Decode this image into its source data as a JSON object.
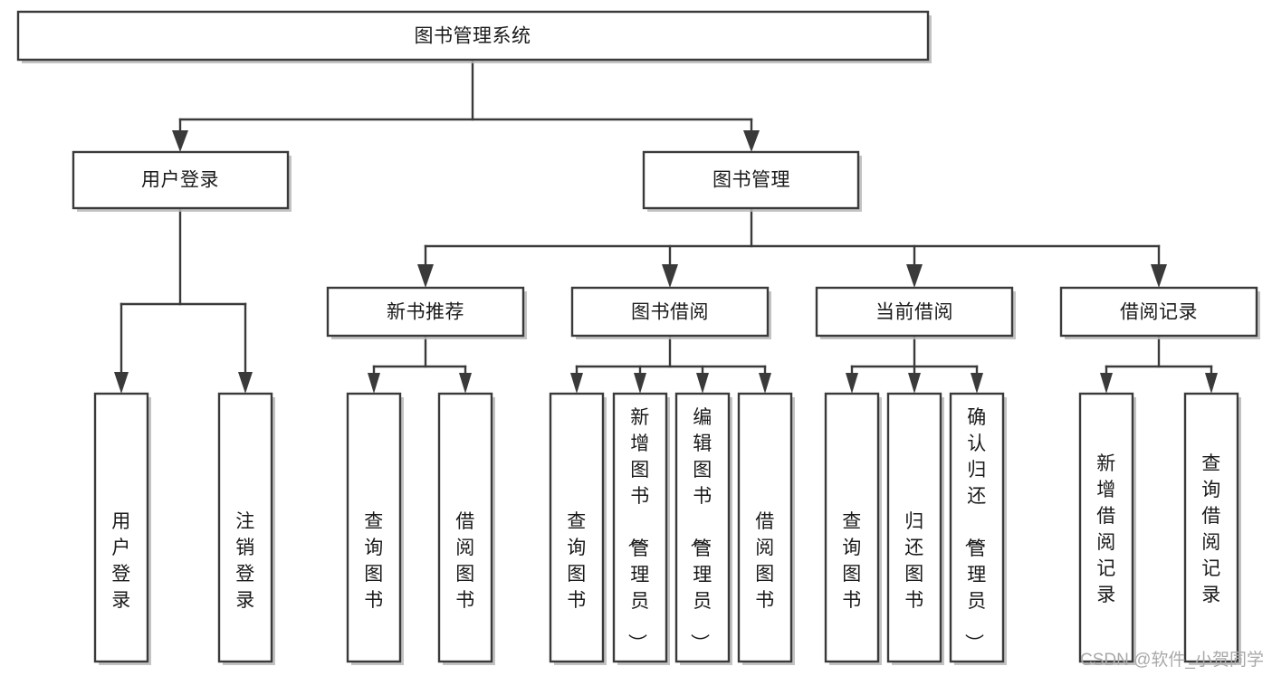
{
  "diagram": {
    "title": "图书管理系统",
    "type": "tree",
    "orientation": "top-down",
    "colors": {
      "box_stroke": "#3a3a3a",
      "box_fill": "#ffffff",
      "connector": "#3a3a3a",
      "text": "#1a1a1a",
      "shadow": "#b8b8b8",
      "watermark": "#a9a9a9",
      "background": "#ffffff"
    },
    "root": {
      "id": "root",
      "label": "图书管理系统",
      "orient": "horizontal"
    },
    "level2": [
      {
        "id": "user-login",
        "label": "用户登录",
        "orient": "horizontal"
      },
      {
        "id": "book-management",
        "label": "图书管理",
        "orient": "horizontal"
      }
    ],
    "level3": [
      {
        "id": "new-book-recommend",
        "label": "新书推荐",
        "orient": "horizontal",
        "parent": "book-management"
      },
      {
        "id": "book-borrow",
        "label": "图书借阅",
        "orient": "horizontal",
        "parent": "book-management"
      },
      {
        "id": "current-borrow",
        "label": "当前借阅",
        "orient": "horizontal",
        "parent": "book-management"
      },
      {
        "id": "borrow-record",
        "label": "借阅记录",
        "orient": "horizontal",
        "parent": "book-management"
      }
    ],
    "leaves": {
      "user-login": [
        {
          "id": "leaf-user-login",
          "label": "用户登录",
          "orient": "vertical"
        },
        {
          "id": "leaf-user-logout",
          "label": "注销登录",
          "orient": "vertical"
        }
      ],
      "new-book-recommend": [
        {
          "id": "leaf-query-book-1",
          "label": "查询图书",
          "orient": "vertical"
        },
        {
          "id": "leaf-borrow-book-1",
          "label": "借阅图书",
          "orient": "vertical"
        }
      ],
      "book-borrow": [
        {
          "id": "leaf-query-book-2",
          "label": "查询图书",
          "orient": "vertical"
        },
        {
          "id": "leaf-add-book",
          "label": "新增图书（管理员）",
          "orient": "vertical"
        },
        {
          "id": "leaf-edit-book",
          "label": "编辑图书（管理员）",
          "orient": "vertical"
        },
        {
          "id": "leaf-borrow-book-2",
          "label": "借阅图书",
          "orient": "vertical"
        }
      ],
      "current-borrow": [
        {
          "id": "leaf-query-book-3",
          "label": "查询图书",
          "orient": "vertical"
        },
        {
          "id": "leaf-return-book",
          "label": "归还图书",
          "orient": "vertical"
        },
        {
          "id": "leaf-confirm-return",
          "label": "确认归还（管理员）",
          "orient": "vertical"
        }
      ],
      "borrow-record": [
        {
          "id": "leaf-add-record",
          "label": "新增借阅记录",
          "orient": "vertical"
        },
        {
          "id": "leaf-query-record",
          "label": "查询借阅记录",
          "orient": "vertical"
        }
      ]
    }
  },
  "watermark": {
    "text": "CSDN @软件_小贺同学"
  }
}
